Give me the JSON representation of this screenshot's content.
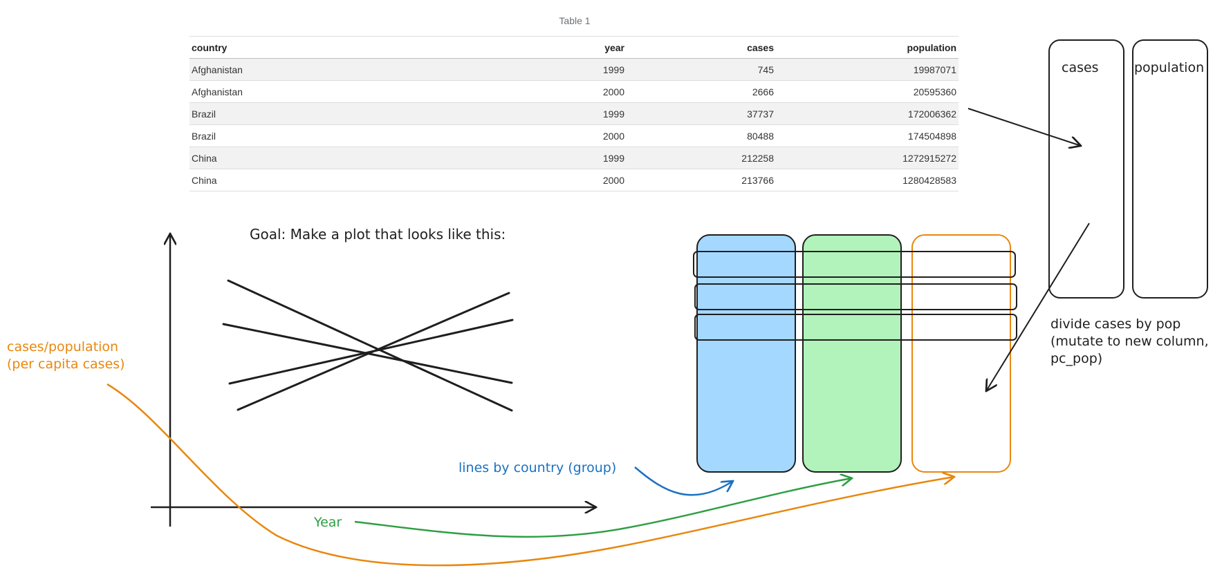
{
  "table": {
    "caption": "Table 1",
    "columns": [
      "country",
      "year",
      "cases",
      "population"
    ],
    "rows": [
      [
        "Afghanistan",
        "1999",
        "745",
        "19987071"
      ],
      [
        "Afghanistan",
        "2000",
        "2666",
        "20595360"
      ],
      [
        "Brazil",
        "1999",
        "37737",
        "172006362"
      ],
      [
        "Brazil",
        "2000",
        "80488",
        "174504898"
      ],
      [
        "China",
        "1999",
        "212258",
        "1272915272"
      ],
      [
        "China",
        "2000",
        "213766",
        "1280428583"
      ]
    ]
  },
  "sketch": {
    "goal": "Goal: Make a plot that looks like this:",
    "y_note_line1": "cases/population",
    "y_note_line2": "(per capita cases)",
    "x_note": "Year",
    "group_note": "lines by country (group)",
    "col_cases": "cases",
    "col_population": "population",
    "divide_line1": "divide cases by pop",
    "divide_line2": "(mutate to new column,",
    "divide_line3": "pc_pop)"
  },
  "colors": {
    "orange": "#e8870e",
    "green": "#2f9e44",
    "blue": "#1971c2",
    "fill_blue": "#a5d8ff",
    "fill_green": "#b2f2bb",
    "ink": "#1e1e1e"
  }
}
